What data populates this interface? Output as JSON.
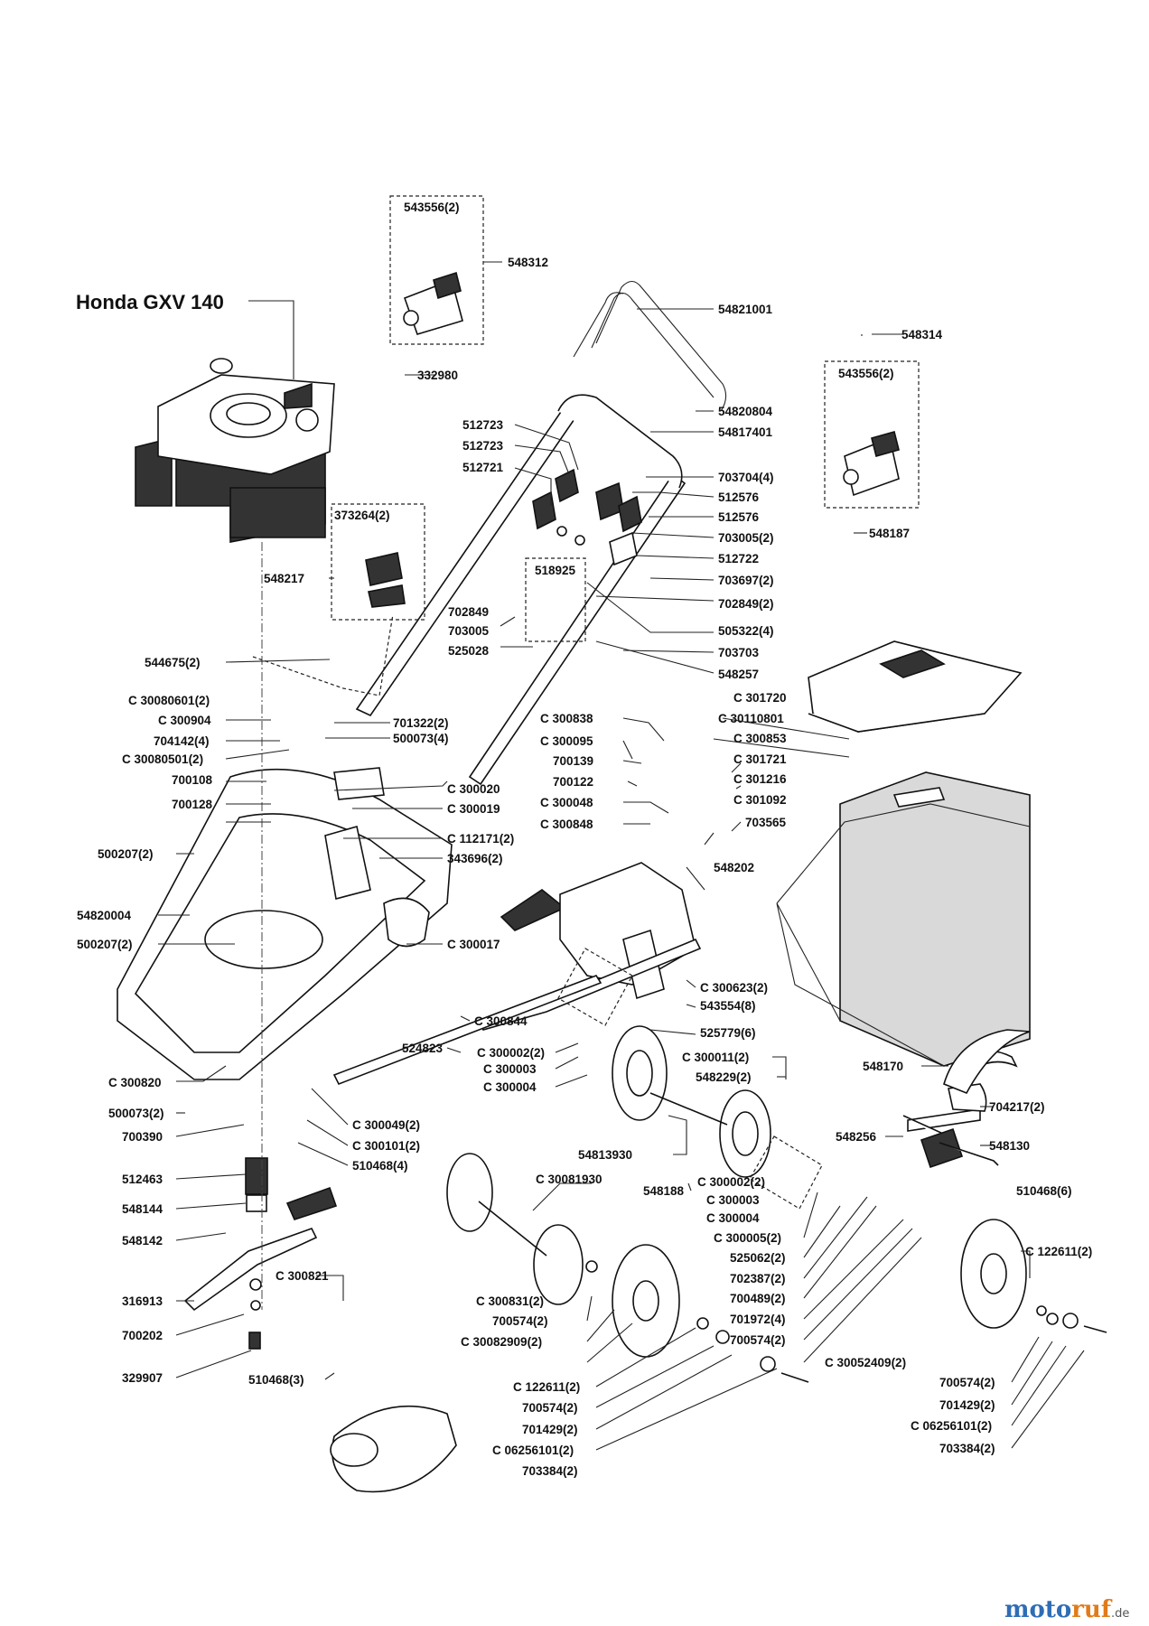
{
  "title": "Honda GXV 140",
  "watermark": {
    "part1": "moto",
    "part2": "ruf",
    "suffix": ".de"
  },
  "labels": {
    "l543556a": "543556(2)",
    "l548312": "548312",
    "l332980": "332980",
    "l54821001": "54821001",
    "l548314": "548314",
    "l543556b": "543556(2)",
    "l54820804": "54820804",
    "l54817401": "54817401",
    "l512723a": "512723",
    "l512723b": "512723",
    "l512721": "512721",
    "l703704": "703704(4)",
    "l512576a": "512576",
    "l512576b": "512576",
    "l703005a": "703005(2)",
    "l512722": "512722",
    "l548187": "548187",
    "l373264": "373264(2)",
    "l548217": "548217",
    "l518925": "518925",
    "l702849a": "702849",
    "l703005b": "703005",
    "l525028": "525028",
    "l703697": "703697(2)",
    "l702849b": "702849(2)",
    "l505322": "505322(4)",
    "l703703": "703703",
    "l548257": "548257",
    "l544675": "544675(2)",
    "lC30080601": "C 30080601(2)",
    "lC300904": "C 300904",
    "l704142": "704142(4)",
    "lC30080501": "C 30080501(2)",
    "l701322": "701322(2)",
    "l500073a": "500073(4)",
    "l700108": "700108",
    "l700128": "700128",
    "lC301720": "C 301720",
    "lC30110801": "C 30110801",
    "lC300853": "C 300853",
    "lC301721": "C 301721",
    "lC301216": "C 301216",
    "lC301092": "C 301092",
    "lC300838": "C 300838",
    "lC300095": "C 300095",
    "l700139": "700139",
    "l700122": "700122",
    "lC300048": "C 300048",
    "lC300848": "C 300848",
    "l703565": "703565",
    "lC300020": "C 300020",
    "lC300019": "C 300019",
    "lC112171": "C 112171(2)",
    "l500207a": "500207(2)",
    "l343696": "343696(2)",
    "l548202": "548202",
    "l54820004": "54820004",
    "l500207b": "500207(2)",
    "lC300017": "C 300017",
    "lC300623": "C 300623(2)",
    "l543554": "543554(8)",
    "lC300844": "C 300844",
    "l525779": "525779(6)",
    "l524823": "524823",
    "lC300002a": "C 300002(2)",
    "lC300003a": "C 300003",
    "lC300004a": "C 300004",
    "lC300011": "C 300011(2)",
    "l548229": "548229(2)",
    "l548170": "548170",
    "lC300820": "C 300820",
    "l500073b": "500073(2)",
    "lC300049": "C 300049(2)",
    "l700390": "700390",
    "lC300101": "C 300101(2)",
    "l510468a": "510468(4)",
    "l512463": "512463",
    "l548144": "548144",
    "l548142": "548142",
    "l704217": "704217(2)",
    "l548256": "548256",
    "l548130": "548130",
    "l54813930": "54813930",
    "lC30081930": "C 30081930",
    "l548188": "548188",
    "lC300002b": "C 300002(2)",
    "lC300003b": "C 300003",
    "lC300004b": "C 300004",
    "l510468b": "510468(6)",
    "lC300821": "C 300821",
    "lC300005": "C 300005(2)",
    "l525062": "525062(2)",
    "l702387": "702387(2)",
    "l700489": "700489(2)",
    "lC122611a": "C 122611(2)",
    "l316913": "316913",
    "lC300831": "C 300831(2)",
    "l700574a": "700574(2)",
    "lC30082909": "C 30082909(2)",
    "l701972": "701972(4)",
    "l700574b": "700574(2)",
    "l700202": "700202",
    "lC30052409": "C 30052409(2)",
    "l700574c": "700574(2)",
    "l701429a": "701429(2)",
    "lC062561a": "C 06256101(2)",
    "l703384a": "703384(2)",
    "l329907": "329907",
    "l510468c": "510468(3)",
    "lC122611b": "C 122611(2)",
    "l700574d": "700574(2)",
    "l701429b": "701429(2)",
    "lC062561b": "C 06256101(2)",
    "l703384b": "703384(2)"
  }
}
